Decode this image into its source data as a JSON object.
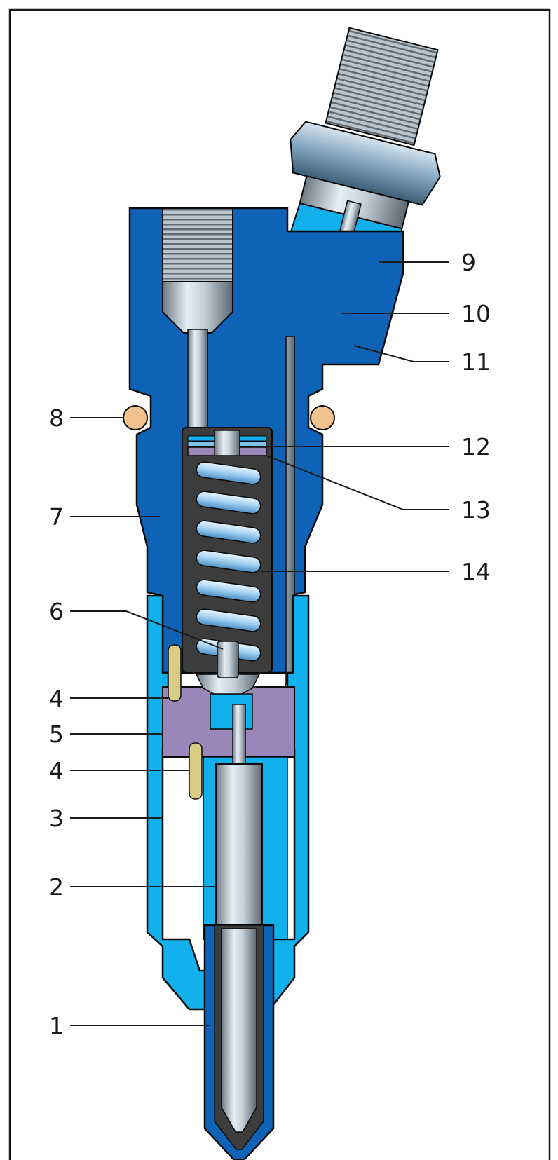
{
  "colors": {
    "body_dark": "#0e63b6",
    "body_light": "#12b0ec",
    "plate_violet": "#9a86b8",
    "oring_tan": "#f0c28d",
    "spring_blue": "#7ec3ef",
    "steel_dark": "#3c3c3c",
    "steel_light": "#c9d3da",
    "outline": "#0a0a0a"
  },
  "callouts": [
    {
      "id": "9",
      "label": "9"
    },
    {
      "id": "10",
      "label": "10"
    },
    {
      "id": "11",
      "label": "11"
    },
    {
      "id": "12",
      "label": "12"
    },
    {
      "id": "13",
      "label": "13"
    },
    {
      "id": "14",
      "label": "14"
    },
    {
      "id": "8",
      "label": "8"
    },
    {
      "id": "7",
      "label": "7"
    },
    {
      "id": "6",
      "label": "6"
    },
    {
      "id": "4a",
      "label": "4"
    },
    {
      "id": "5",
      "label": "5"
    },
    {
      "id": "4b",
      "label": "4"
    },
    {
      "id": "3",
      "label": "3"
    },
    {
      "id": "2",
      "label": "2"
    },
    {
      "id": "1",
      "label": "1"
    }
  ]
}
